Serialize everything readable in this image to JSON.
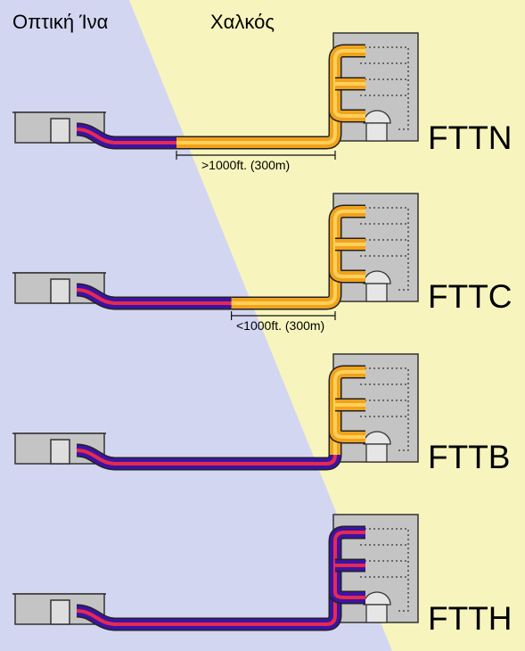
{
  "labels": {
    "fiber": "Οπτική Ίνα",
    "copper": "Χαλκός"
  },
  "colors": {
    "background_copper": "#f7f5bd",
    "background_fiber": "#d3d6f1",
    "copper_cable": "#f1a21b",
    "copper_core": "#ffd05a",
    "fiber_cable": "#3b14a6",
    "fiber_core": "#e62a4f",
    "building": "#c4c4c4"
  },
  "rows": [
    {
      "type": "FTTN",
      "distance": ">1000ft. (300m)",
      "fiber_fraction": 0.4,
      "riser": "copper"
    },
    {
      "type": "FTTC",
      "distance": "<1000ft. (300m)",
      "fiber_fraction": 0.62,
      "riser": "copper"
    },
    {
      "type": "FTTB",
      "fiber_fraction": 1.0,
      "riser": "copper"
    },
    {
      "type": "FTTH",
      "fiber_fraction": 1.0,
      "riser": "fiber"
    }
  ]
}
